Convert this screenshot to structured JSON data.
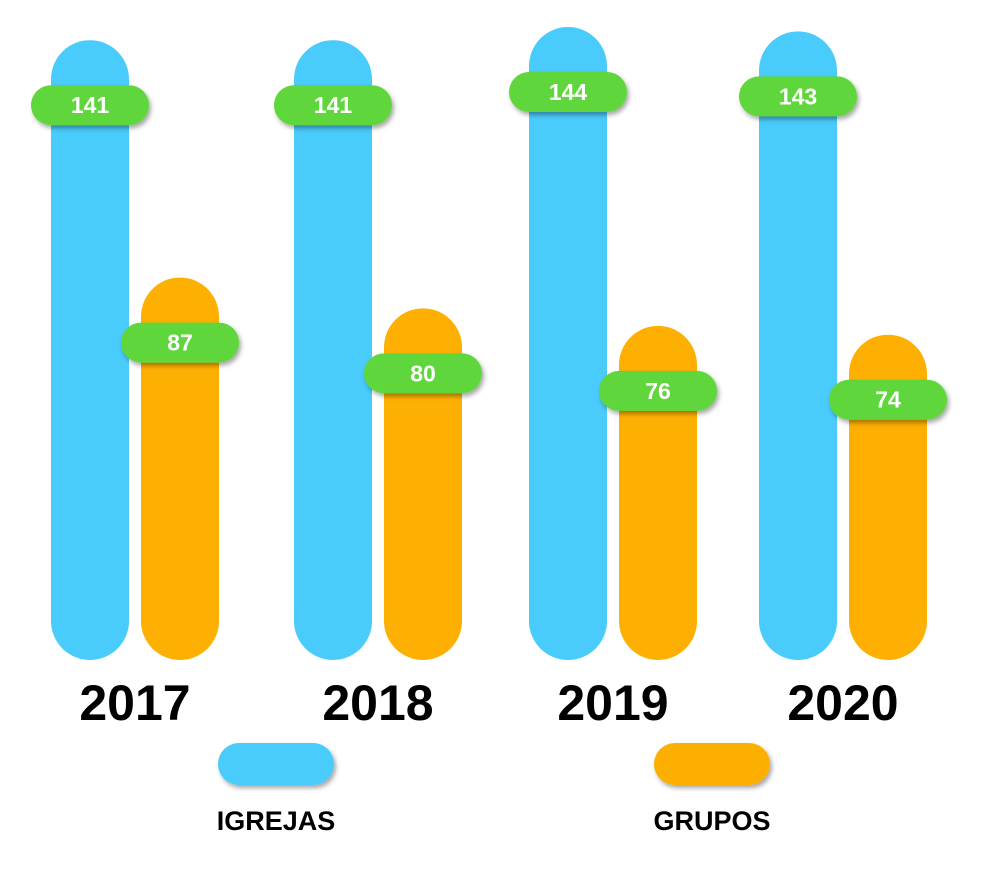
{
  "chart_data": {
    "type": "bar",
    "categories": [
      "2017",
      "2018",
      "2019",
      "2020"
    ],
    "series": [
      {
        "name": "IGREJAS",
        "values": [
          141,
          141,
          144,
          143
        ],
        "color": "#49CBFB"
      },
      {
        "name": "GRUPOS",
        "values": [
          87,
          80,
          76,
          74
        ],
        "color": "#FDAF02"
      }
    ],
    "label_color": "#5ED63B",
    "title": "",
    "xlabel": "",
    "ylabel": "",
    "ylim": [
      0,
      144
    ],
    "grid": false,
    "legend": "bottom"
  }
}
